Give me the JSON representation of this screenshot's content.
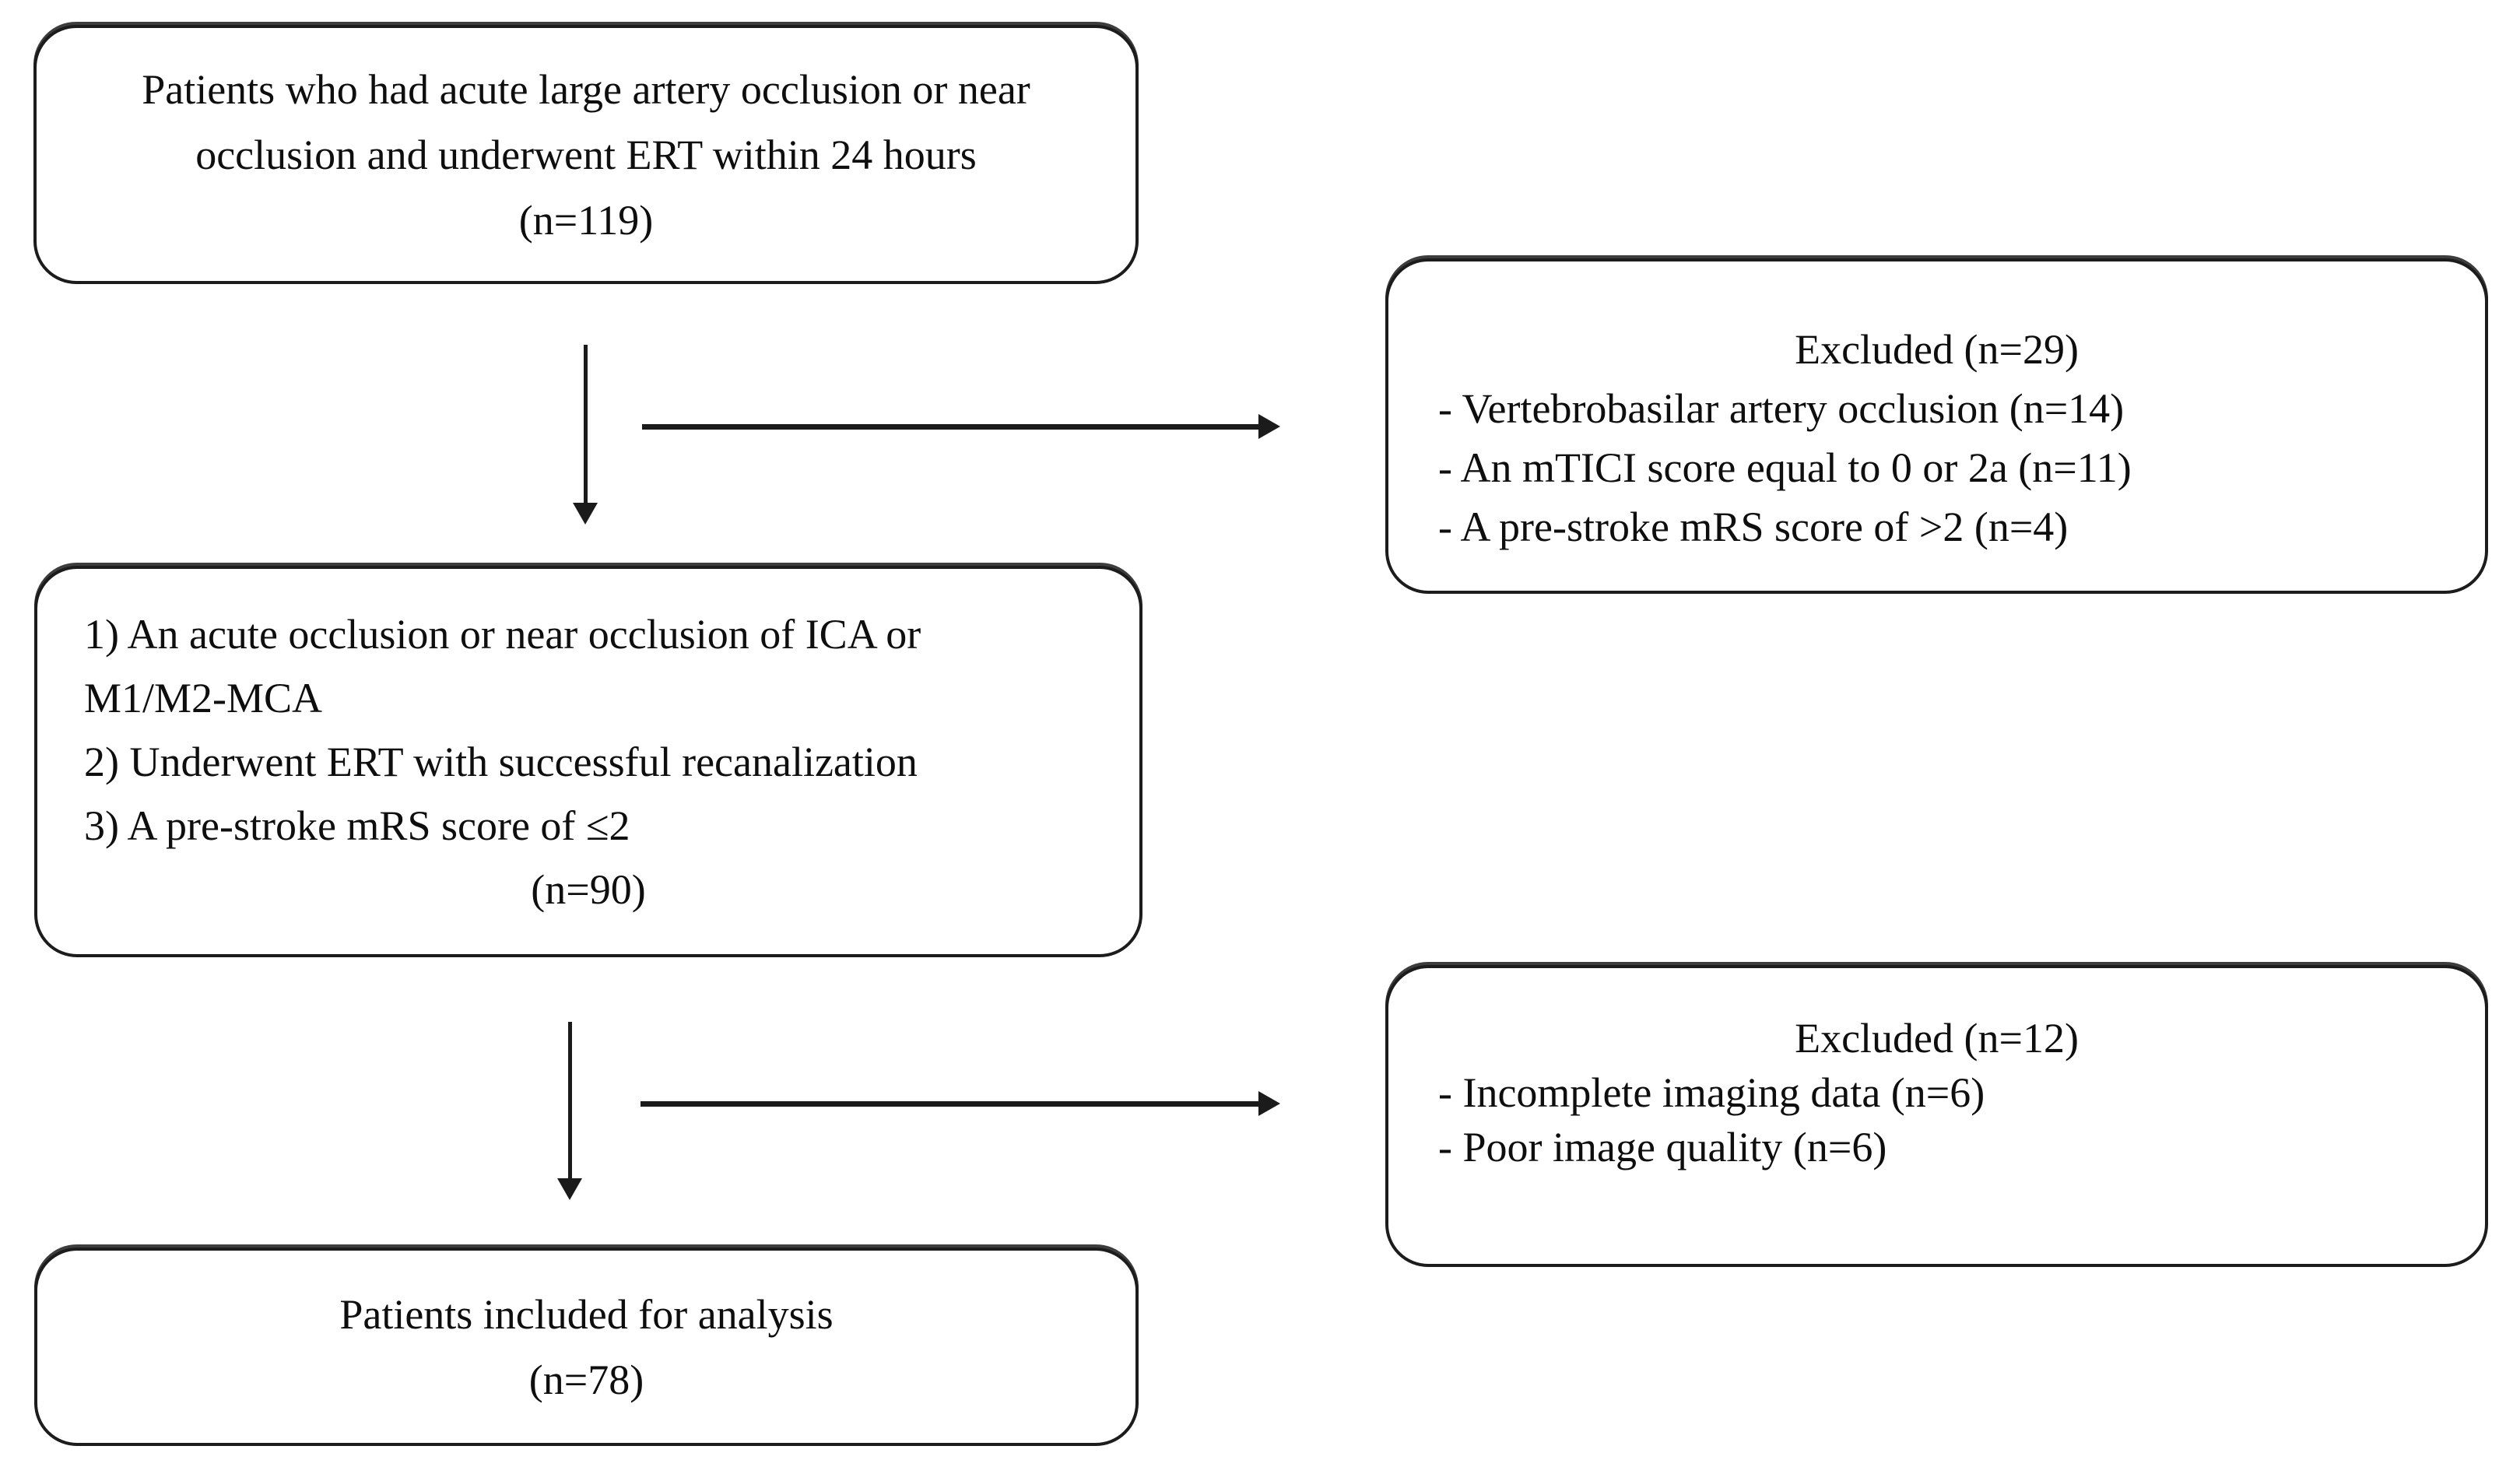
{
  "diagram": {
    "type": "patient-flow-chart",
    "colors": {
      "background": "#ffffff",
      "box_border": "#1c1c1c",
      "text": "#0e0e0e",
      "arrow": "#1b1b1b"
    },
    "boxes": {
      "screened": {
        "lines": [
          "Patients who had acute large artery occlusion or near",
          "occlusion and underwent ERT within 24 hours",
          "(n=119)"
        ]
      },
      "excluded_first": {
        "title": "Excluded (n=29)",
        "items": [
          "- Vertebrobasilar artery occlusion (n=14)",
          "- An mTICI score equal to 0 or 2a (n=11)",
          "- A pre-stroke mRS score of >2 (n=4)"
        ]
      },
      "eligible": {
        "criteria": [
          "1) An acute occlusion or near occlusion of ICA or",
          "M1/M2-MCA",
          "2) Underwent ERT with successful recanalization",
          "3) A pre-stroke mRS score of ≤2"
        ],
        "count": "(n=90)"
      },
      "excluded_second": {
        "title": "Excluded (n=12)",
        "items": [
          "- Incomplete imaging data (n=6)",
          "- Poor image quality (n=6)"
        ]
      },
      "included": {
        "lines": [
          "Patients included for analysis",
          "(n=78)"
        ]
      }
    }
  }
}
